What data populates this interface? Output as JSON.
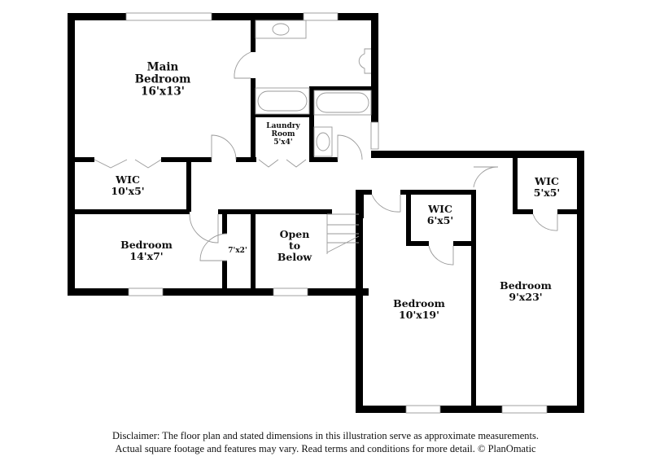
{
  "floor_plan": {
    "rooms": [
      {
        "id": "main-bedroom",
        "name_lines": [
          "Main",
          "Bedroom"
        ],
        "dimensions": "16'x13'"
      },
      {
        "id": "laundry-room",
        "name_lines": [
          "Laundry",
          "Room"
        ],
        "dimensions": "5'x4'"
      },
      {
        "id": "wic-main",
        "name_lines": [
          "WIC"
        ],
        "dimensions": "10'x5'"
      },
      {
        "id": "bedroom-2",
        "name_lines": [
          "Bedroom"
        ],
        "dimensions": "14'x7'"
      },
      {
        "id": "closet-hall",
        "name_lines": [],
        "dimensions": "7'x2'"
      },
      {
        "id": "open-to-below",
        "name_lines": [
          "Open",
          "to",
          "Below"
        ],
        "dimensions": ""
      },
      {
        "id": "wic-bed3",
        "name_lines": [
          "WIC"
        ],
        "dimensions": "6'x5'"
      },
      {
        "id": "bedroom-3",
        "name_lines": [
          "Bedroom"
        ],
        "dimensions": "10'x19'"
      },
      {
        "id": "wic-bed4",
        "name_lines": [
          "WIC"
        ],
        "dimensions": "5'x5'"
      },
      {
        "id": "bedroom-4",
        "name_lines": [
          "Bedroom"
        ],
        "dimensions": "9'x23'"
      }
    ],
    "labels": {
      "main_1": "Main",
      "main_2": "Bedroom",
      "main_dim": "16'x13'",
      "laundry_1": "Laundry",
      "laundry_2": "Room",
      "laundry_dim": "5'x4'",
      "wic_main_1": "WIC",
      "wic_main_dim": "10'x5'",
      "bed2_1": "Bedroom",
      "bed2_dim": "14'x7'",
      "closet_dim": "7'x2'",
      "open_1": "Open",
      "open_2": "to",
      "open_3": "Below",
      "wic3_1": "WIC",
      "wic3_dim": "6'x5'",
      "bed3_1": "Bedroom",
      "bed3_dim": "10'x19'",
      "wic4_1": "WIC",
      "wic4_dim": "5'x5'",
      "bed4_1": "Bedroom",
      "bed4_dim": "9'x23'"
    },
    "colors": {
      "wall": "#000000",
      "fixture": "#9a9a9a",
      "background": "#ffffff"
    }
  },
  "disclaimer": {
    "line1": "Disclaimer: The floor plan and stated dimensions in this illustration serve as approximate measurements.",
    "line2": "Actual square footage and features may vary. Read terms and conditions for more detail. © PlanOmatic"
  }
}
